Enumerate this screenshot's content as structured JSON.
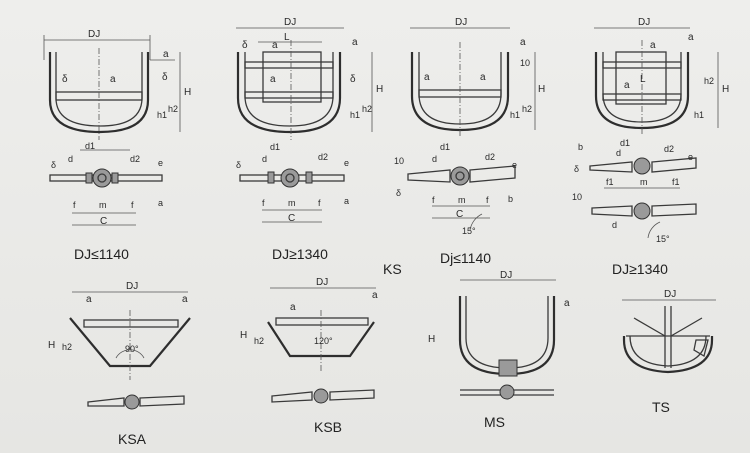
{
  "labels": {
    "dj": "DJ",
    "dj_small": "Dj",
    "a": "a",
    "delta": "δ",
    "H": "H",
    "h1": "h1",
    "h2": "h2",
    "L": "L",
    "d": "d",
    "d1": "d1",
    "d2": "d2",
    "e": "e",
    "f": "f",
    "f1": "f1",
    "m": "m",
    "C": "C",
    "b": "b",
    "ten": "10",
    "ang15": "15°",
    "ang90": "90°",
    "ang120": "120°"
  },
  "captions": {
    "ks_le": "DJ≤1140",
    "ks_ge": "DJ≥1340",
    "ks": "KS",
    "ks2_le": "Dj≤1140",
    "ks2_ge": "DJ≥1340",
    "ksa": "KSA",
    "ksb": "KSB",
    "ms": "MS",
    "ts": "TS"
  }
}
